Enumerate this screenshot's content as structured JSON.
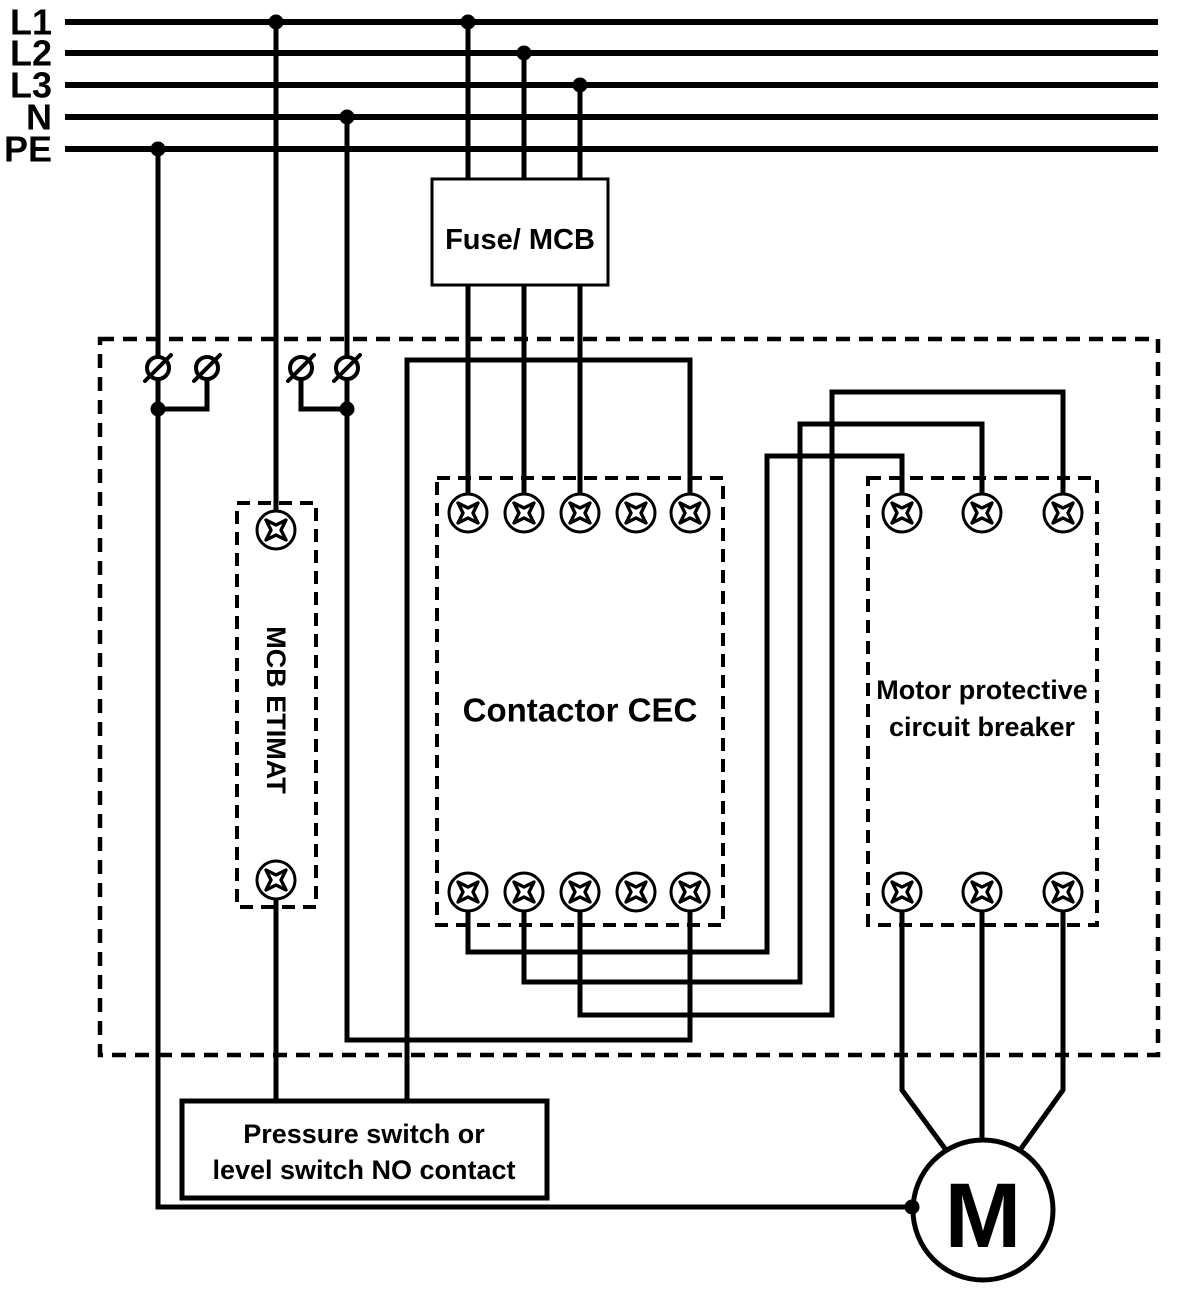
{
  "diagram": {
    "rails": [
      {
        "label": "L1"
      },
      {
        "label": "L2"
      },
      {
        "label": "L3"
      },
      {
        "label": "N"
      },
      {
        "label": "PE"
      }
    ],
    "fuse_mcb": {
      "label": "Fuse/ MCB"
    },
    "mcb_etimat": {
      "label": "MCB ETIMAT"
    },
    "contactor": {
      "label": "Contactor CEC"
    },
    "motor_breaker": {
      "lines": [
        "Motor protective",
        "circuit breaker"
      ]
    },
    "pressure_switch": {
      "lines": [
        "Pressure switch or",
        "level switch NO contact"
      ]
    },
    "motor": {
      "label": "M"
    },
    "colors": {
      "wire": "#000000",
      "background": "#ffffff"
    },
    "icons": {
      "screw_terminal": "circle with four-point cross (phillips screw head)",
      "entry_terminal": "circle with diagonal slash",
      "junction": "filled dot"
    }
  }
}
